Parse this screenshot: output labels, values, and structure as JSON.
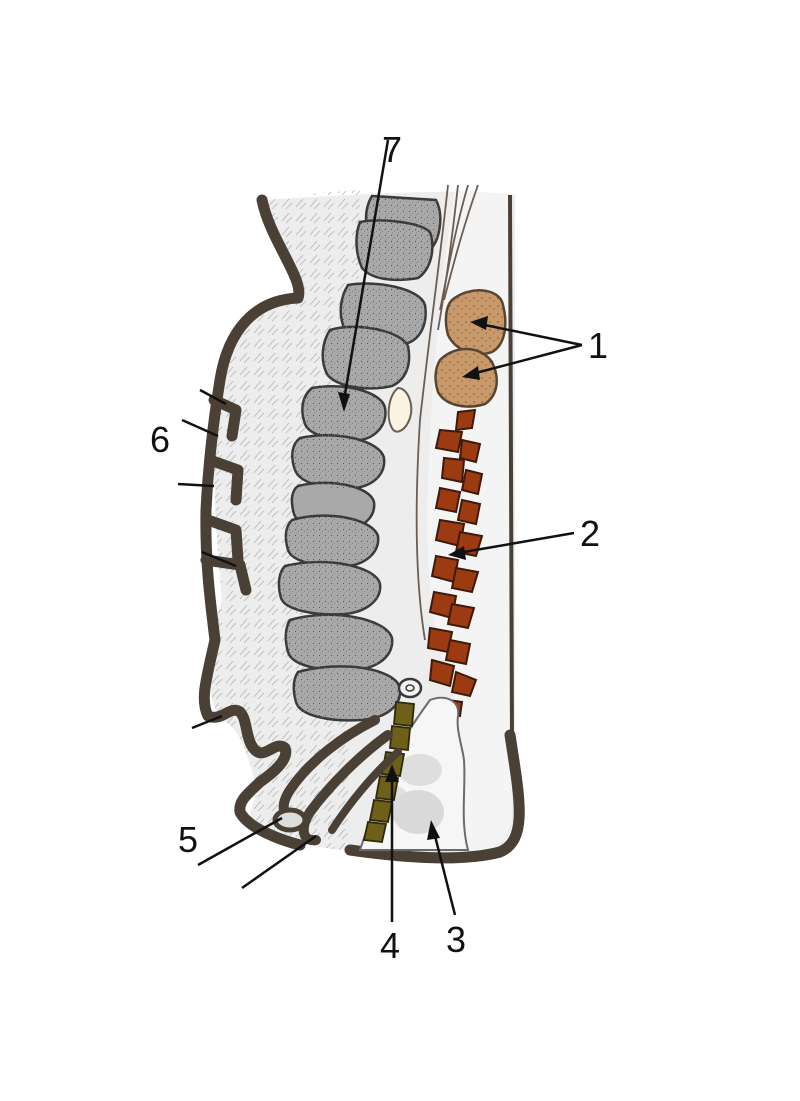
{
  "callouts": {
    "c1": "1",
    "c2": "2",
    "c3": "3",
    "c4": "4",
    "c5": "5",
    "c6": "6",
    "c7": "7"
  },
  "colors": {
    "background": "#ffffff",
    "body_fill": "#ededed",
    "outline": "#4a4036",
    "segments": "#a9a9a9",
    "region_1": "#c9996a",
    "region_2": "#9c3a12",
    "region_4": "#6e6018",
    "leader_lines": "#111111"
  }
}
